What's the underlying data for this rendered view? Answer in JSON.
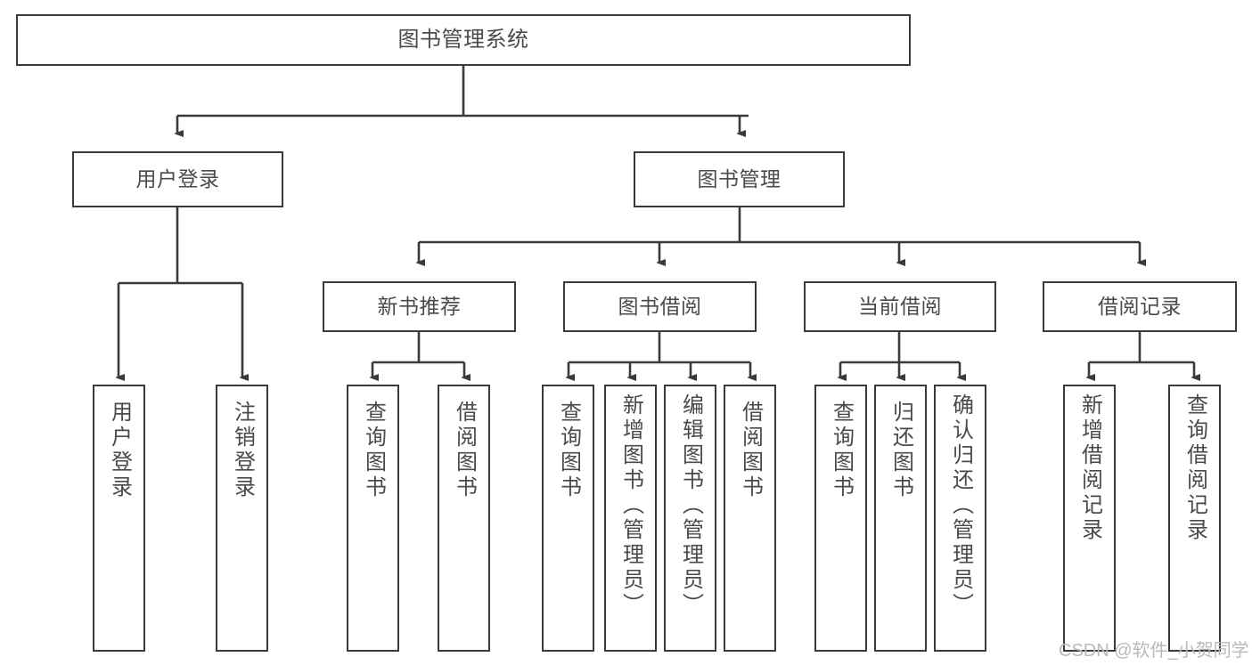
{
  "diagram": {
    "title": "图书管理系统",
    "type": "function-structure-tree",
    "theme": {
      "background": "#ffffff",
      "border_color": "#3a3a3a",
      "text_color": "#4a4a4a",
      "watermark_color": "#b9b9b9"
    },
    "watermark": "CSDN @软件_小贺同学",
    "nodes": {
      "root": {
        "label": "图书管理系统"
      },
      "level2": [
        {
          "id": "user-login",
          "label": "用户登录"
        },
        {
          "id": "book-manage",
          "label": "图书管理"
        }
      ],
      "level3": [
        {
          "id": "new-book-recommend",
          "label": "新书推荐"
        },
        {
          "id": "book-borrow",
          "label": "图书借阅"
        },
        {
          "id": "current-borrow",
          "label": "当前借阅"
        },
        {
          "id": "borrow-record",
          "label": "借阅记录"
        }
      ],
      "leaves": {
        "user-login": [
          {
            "id": "leaf-user-login",
            "label": "用户登录"
          },
          {
            "id": "leaf-logout-login",
            "label": "注销登录"
          }
        ],
        "new-book-recommend": [
          {
            "id": "leaf-query-book-1",
            "label": "查询图书"
          },
          {
            "id": "leaf-borrow-book-1",
            "label": "借阅图书"
          }
        ],
        "book-borrow": [
          {
            "id": "leaf-query-book-2",
            "label": "查询图书"
          },
          {
            "id": "leaf-add-book",
            "label": "新增图书（管理员）"
          },
          {
            "id": "leaf-edit-book",
            "label": "编辑图书（管理员）"
          },
          {
            "id": "leaf-borrow-book-2",
            "label": "借阅图书"
          }
        ],
        "current-borrow": [
          {
            "id": "leaf-query-book-3",
            "label": "查询图书"
          },
          {
            "id": "leaf-return-book",
            "label": "归还图书"
          },
          {
            "id": "leaf-confirm-return",
            "label": "确认归还（管理员）"
          }
        ],
        "borrow-record": [
          {
            "id": "leaf-add-record",
            "label": "新增借阅记录"
          },
          {
            "id": "leaf-query-record",
            "label": "查询借阅记录"
          }
        ]
      }
    }
  }
}
